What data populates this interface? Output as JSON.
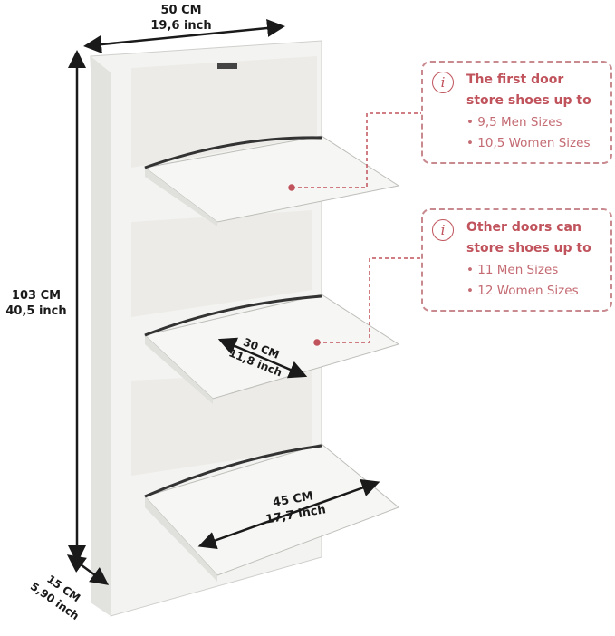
{
  "dimensions": {
    "width_cm": "50 CM",
    "width_inch": "19,6 inch",
    "height_cm": "103 CM",
    "height_inch": "40,5 inch",
    "depth_cm": "15 CM",
    "depth_inch": "5,90 inch",
    "shelf_depth_cm": "30 CM",
    "shelf_depth_inch": "11,8 inch",
    "shelf_width_cm": "45 CM",
    "shelf_width_inch": "17,7 inch"
  },
  "callouts": [
    {
      "heading_1": "The first door",
      "heading_2": "store shoes up to",
      "items": [
        "9,5 Men Sizes",
        "10,5 Women Sizes"
      ]
    },
    {
      "heading_1": "Other doors can",
      "heading_2": "store shoes up to",
      "items": [
        "11 Men Sizes",
        "12 Women Sizes"
      ]
    }
  ],
  "colors": {
    "accent": "#c0535c",
    "cabinet": "#f1f1ef"
  }
}
